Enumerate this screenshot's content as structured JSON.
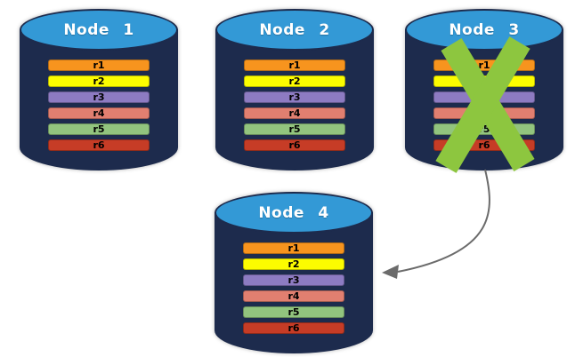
{
  "diagram": {
    "nodes": [
      {
        "label": "Node 1",
        "failed": false,
        "rows": [
          {
            "label": "r1",
            "color": "#F7941E"
          },
          {
            "label": "r2",
            "color": "#FCFC00"
          },
          {
            "label": "r3",
            "color": "#8D7BC2"
          },
          {
            "label": "r4",
            "color": "#E17F70"
          },
          {
            "label": "r5",
            "color": "#92C47E"
          },
          {
            "label": "r6",
            "color": "#C63C26"
          }
        ]
      },
      {
        "label": "Node 2",
        "failed": false,
        "rows": [
          {
            "label": "r1",
            "color": "#F7941E"
          },
          {
            "label": "r2",
            "color": "#FCFC00"
          },
          {
            "label": "r3",
            "color": "#8D7BC2"
          },
          {
            "label": "r4",
            "color": "#E17F70"
          },
          {
            "label": "r5",
            "color": "#92C47E"
          },
          {
            "label": "r6",
            "color": "#C63C26"
          }
        ]
      },
      {
        "label": "Node 3",
        "failed": true,
        "rows": [
          {
            "label": "r1",
            "color": "#F7941E"
          },
          {
            "label": "r2",
            "color": "#FCFC00"
          },
          {
            "label": "r3",
            "color": "#8D7BC2"
          },
          {
            "label": "r4",
            "color": "#E17F70"
          },
          {
            "label": "r5",
            "color": "#92C47E"
          },
          {
            "label": "r6",
            "color": "#C63C26"
          }
        ]
      },
      {
        "label": "Node 4",
        "failed": false,
        "rows": [
          {
            "label": "r1",
            "color": "#F7941E"
          },
          {
            "label": "r2",
            "color": "#FCFC00"
          },
          {
            "label": "r3",
            "color": "#8D7BC2"
          },
          {
            "label": "r4",
            "color": "#E17F70"
          },
          {
            "label": "r5",
            "color": "#92C47E"
          },
          {
            "label": "r6",
            "color": "#C63C26"
          }
        ]
      }
    ],
    "connector": {
      "from": "Node 3",
      "to": "Node 4"
    },
    "colors": {
      "cylinder_body": "#1D2B4D",
      "cylinder_top": "#3399D6",
      "failure_x": "#8DC63F",
      "arrow": "#6B6B6B"
    }
  }
}
